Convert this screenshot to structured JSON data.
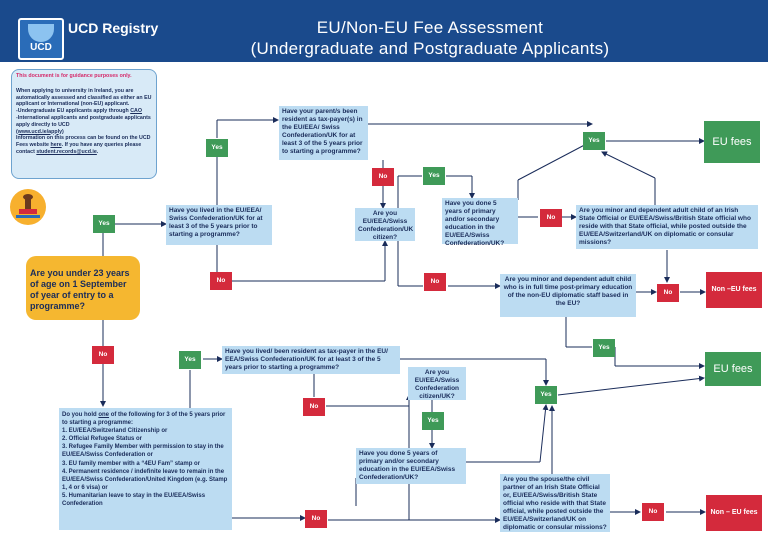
{
  "header": {
    "registry": "UCD Registry",
    "logo_text": "UCD",
    "title_line1": "EU/Non-EU Fee Assessment",
    "title_line2": "(Undergraduate and Postgraduate Applicants)"
  },
  "info": {
    "warning": "This document is for guidance purposes only.",
    "para1": "When applying to university in Ireland, you are automatically assessed and classified as either an EU applicant or International (non-EU) applicant.",
    "para2": "-Undergraduate EU applicants apply through",
    "cao": "CAO",
    "para3": "-International applicants and postgraduate applicants apply directly to UCD",
    "ucd_link": "(www.ucd.ie/apply)",
    "para4a": "Information on this process can be found on the UCD Fees website",
    "here": "here",
    "para4b": ". If you have any queries please contact",
    "email": "student.records@ucd.ie",
    "para4c": "."
  },
  "questions": {
    "q_age": "Are you under 23 years of age on 1 September of year of entry to a programme?",
    "q_lived3of5": "Have you lived in the EU/EEA/ Swiss Confederation/UK for at least 3 of the 5 years prior to starting a programme?",
    "q_parents": "Have your parent/s been resident as tax-payer(s) in the EU/EEA/ Swiss Confederation/UK for at least 3 of the 5 years prior to starting a programme?",
    "q_citizen1": "Are you EU/EEA/Swiss Confederation/UK citizen?",
    "q_school1": "Have you done 5 years of primary and/or secondary education in the EU/EEA/Swiss Confederation/UK?",
    "q_minor_official": "Are you minor and dependent adult child of an Irish State Official or EU/EEA/Swiss/British State official who reside with that State official, while posted outside the EU/EEA/Switzerland/UK on diplomatic or consular missions?",
    "q_minor_nonEU": "Are you minor and dependent adult child who is in full time post-primary education of the non-EU diplomatic staff based in the EU?",
    "q_lived_taxpayer": "Have you lived/ been resident as tax-payer in the EU/ EEA/Swiss Confederation/UK for at least 3 of the 5 years prior to starting a programme?",
    "q_citizen2": "Are you EU/EEA/Swiss Confederation citizen/UK?",
    "q_school2": "Have you done 5 years of primary and/or secondary education in the EU/EEA/Swiss Confederation/UK?",
    "q_spouse": "Are you the spouse/the civil partner of an Irish State Official or, EU/EEA/Swiss/British State official who reside with that State official, while posted outside the EU/EEA/Switzerland/UK on diplomatic or consular missions?"
  },
  "status_list": {
    "intro_a": "Do you hold",
    "intro_one": "one",
    "intro_b": "of the following for 3 of the 5 years prior to starting a programme:",
    "items": [
      "1. EU/EEA/Switzerland Citizenship or",
      "2. Official Refugee Status or",
      "3. Refugee Family Member with permission to stay in the EU/EEA/Swiss Confederation or",
      "3. EU family member with a “4EU Fam” stamp or",
      "4. Permanent residence / indefinite leave to remain in the EU/EEA/Swiss Confederation/United Kingdom (e.g. Stamp 1, 4 or 6 visa) or",
      "5. Humanitarian leave to stay in the EU/EEA/Swiss Confederation"
    ]
  },
  "labels": {
    "yes": "Yes",
    "no": "No",
    "eu_fees": "EU fees",
    "non_eu_fees": "Non –EU fees",
    "non_eu_fees2": "Non – EU fees"
  },
  "colors": {
    "header": "#1a4a8c",
    "box": "#bcdcf2",
    "yes": "#3f9a58",
    "no": "#d42a3c",
    "start": "#f5b730"
  }
}
